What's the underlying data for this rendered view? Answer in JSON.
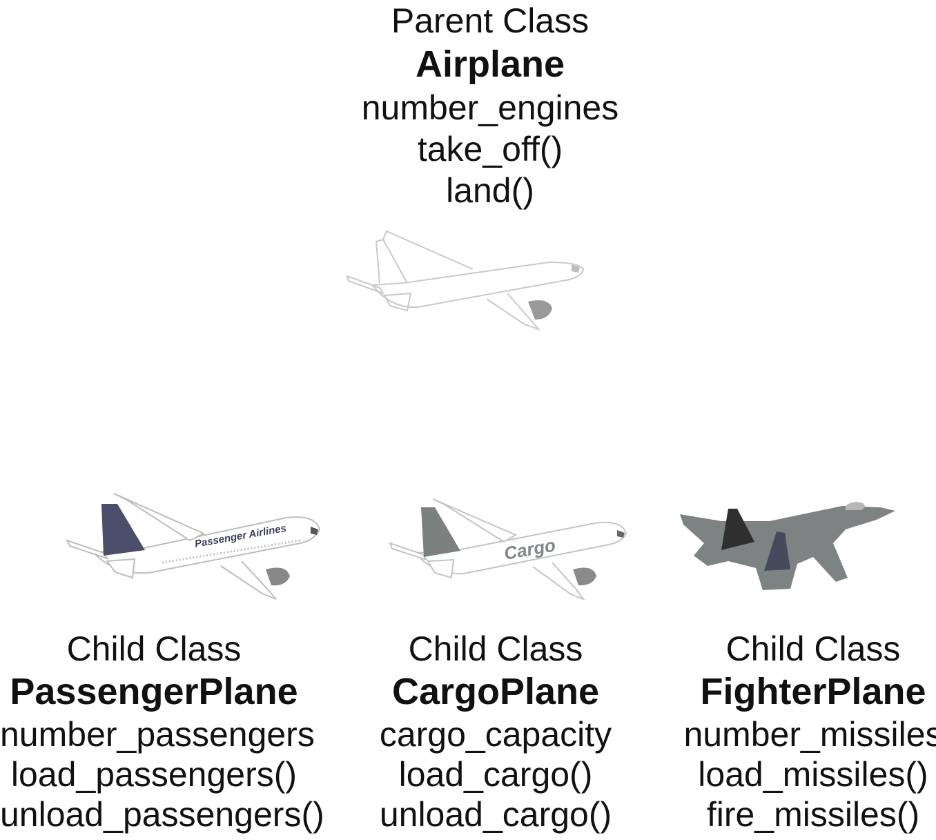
{
  "parent": {
    "kind": "Parent Class",
    "name": "Airplane",
    "attribute": "number_engines",
    "methods": [
      "take_off()",
      "land()"
    ],
    "illustration": "plain-airliner-icon"
  },
  "children": [
    {
      "kind": "Child Class",
      "name": "PassengerPlane",
      "attribute": "number_passengers",
      "methods": [
        "load_passengers()",
        "unload_passengers()"
      ],
      "illustration": "passenger-airliner-icon",
      "livery_text": "Passenger Airlines",
      "tail_color": "#4b4f6b"
    },
    {
      "kind": "Child Class",
      "name": "CargoPlane",
      "attribute": "cargo_capacity",
      "methods": [
        "load_cargo()",
        "unload_cargo()"
      ],
      "illustration": "cargo-airliner-icon",
      "livery_text": "Cargo",
      "tail_color": "#7c8180"
    },
    {
      "kind": "Child Class",
      "name": "FighterPlane",
      "attribute": "number_missiles",
      "methods": [
        "load_missiles()",
        "fire_missiles()"
      ],
      "illustration": "fighter-jet-icon",
      "body_color": "#7d8382"
    }
  ]
}
